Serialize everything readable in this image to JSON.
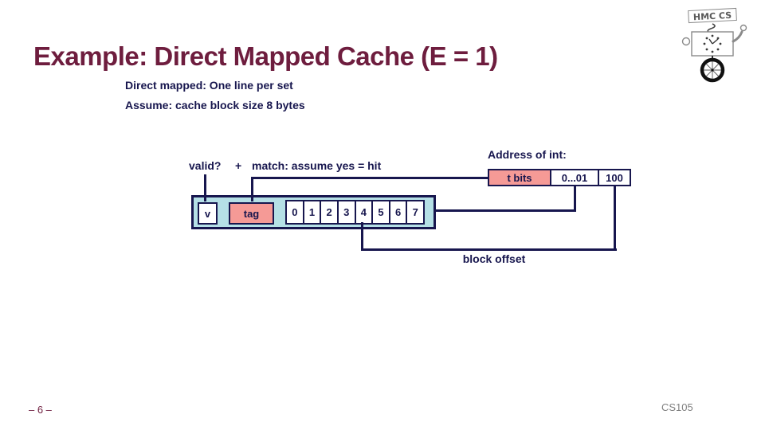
{
  "slide": {
    "title": "Example: Direct Mapped Cache (E = 1)",
    "bullets": [
      "Direct mapped: One line per set",
      "Assume: cache block size 8 bytes"
    ],
    "page_number": "– 6 –",
    "course": "CS105"
  },
  "logo": {
    "caption": "HMC CS"
  },
  "diagram": {
    "valid_label": "valid?",
    "plus_sign": "+",
    "match_label": "match: assume yes = hit",
    "address_title": "Address of int:",
    "address_fields": [
      {
        "label": "t bits",
        "highlighted": true
      },
      {
        "label": "0...01",
        "highlighted": false
      },
      {
        "label": "100",
        "highlighted": false
      }
    ],
    "cache_line": {
      "valid_bit": "v",
      "tag": "tag",
      "cells": [
        "0",
        "1",
        "2",
        "3",
        "4",
        "5",
        "6",
        "7"
      ]
    },
    "block_offset_label": "block offset"
  },
  "colors": {
    "title_maroon": "#6e1d3e",
    "navy": "#17164e",
    "pink": "#f59a96",
    "light_blue": "#b5e0e6",
    "footer_gray": "#7f7f7f"
  }
}
